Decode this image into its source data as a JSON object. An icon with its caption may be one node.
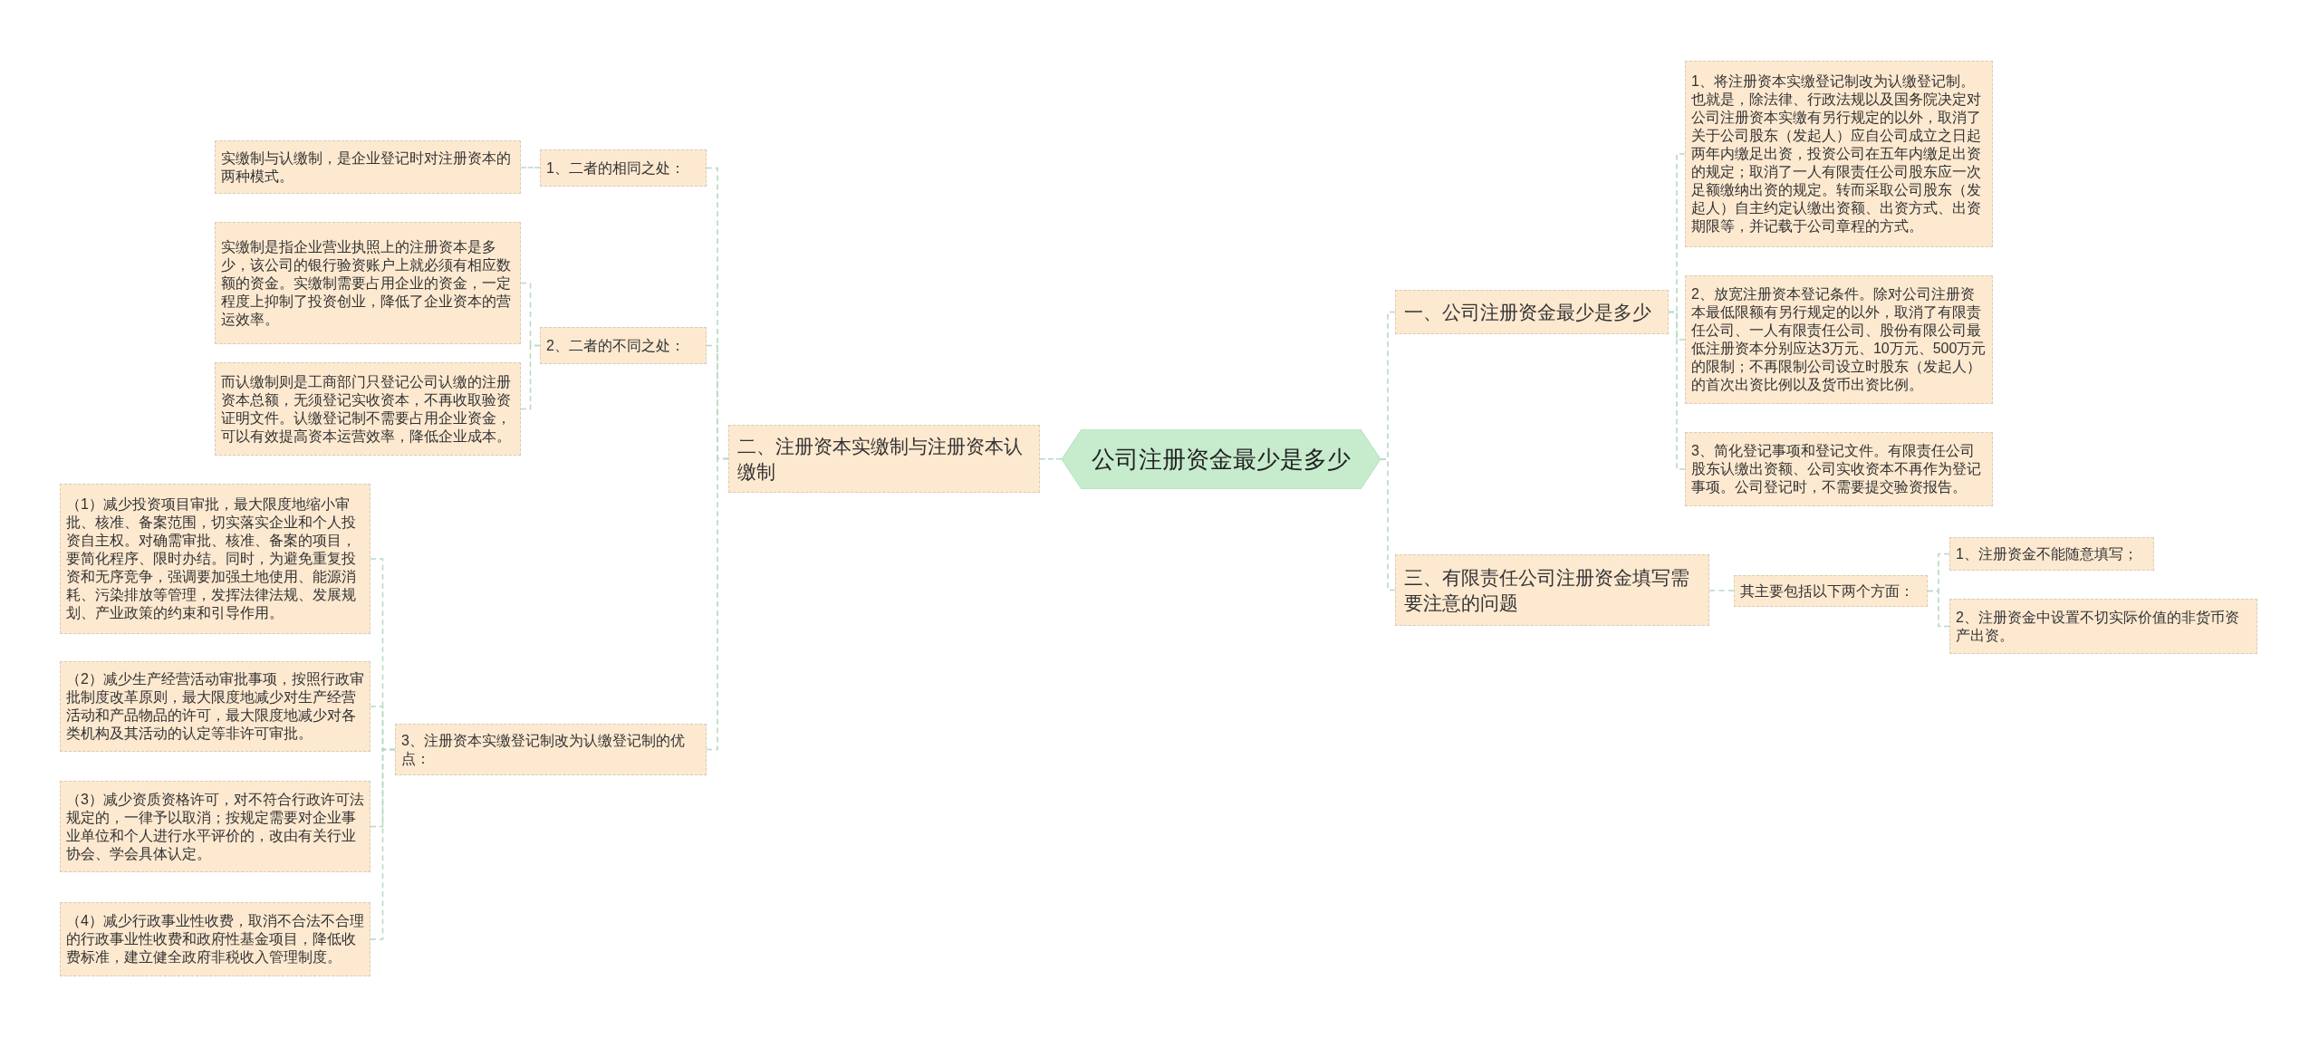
{
  "diagram": {
    "nodes": [
      {
        "text": [
          "公司注册资金最少是多少"
        ]
      },
      {
        "text": [
          "二、注册资本实缴制与注册资本认缴制"
        ]
      },
      {
        "text": [
          "1、二者的相同之处："
        ]
      },
      {
        "text": [
          "实缴制与认缴制，是企业登记时对注册资本的两种模式。"
        ]
      },
      {
        "text": [
          "2、二者的不同之处："
        ]
      },
      {
        "text": [
          "实缴制是指企业营业执照上的注册资本是多少，该公司的银行验资账户上就必须有相应数额的资金。实缴制需要占用企业的资金，一定程度上抑制了投资创业，降低了企业资本的营运效率。"
        ]
      },
      {
        "text": [
          "而认缴制则是工商部门只登记公司认缴的注册资本总额，无须登记实收资本，不再收取验资证明文件。认缴登记制不需要占用企业资金，可以有效提高资本运营效率，降低企业成本。"
        ]
      },
      {
        "text": [
          "3、注册资本实缴登记制改为认缴登记制的优点："
        ]
      },
      {
        "text": [
          "（1）减少投资项目审批，最大限度地缩小审批、核准、备案范围，切实落实企业和个人投资自主权。对确需审批、核准、备案的项目，要简化程序、限时办结。同时，为避免重复投资和无序竞争，强调要加强土地使用、能源消耗、污染排放等管理，发挥法律法规、发展规划、产业政策的约束和引导作用。"
        ]
      },
      {
        "text": [
          "（2）减少生产经营活动审批事项，按照行政审批制度改革原则，最大限度地减少对生产经营活动和产品物品的许可，最大限度地减少对各类机构及其活动的认定等非许可审批。"
        ]
      },
      {
        "text": [
          "（3）减少资质资格许可，对不符合行政许可法规定的，一律予以取消；按规定需要对企业事业单位和个人进行水平评价的，改由有关行业协会、学会具体认定。"
        ]
      },
      {
        "text": [
          "（4）减少行政事业性收费，取消不合法不合理的行政事业性收费和政府性基金项目，降低收费标准，建立健全政府非税收入管理制度。"
        ]
      },
      {
        "text": [
          "一、公司注册资金最少是多少"
        ]
      },
      {
        "text": [
          "1、将注册资本实缴登记制改为认缴登记制。也就是，除法律、行政法规以及国务院决定对公司注册资本实缴有另行规定的以外，取消了关于公司股东（发起人）应自公司成立之日起两年内缴足出资，投资公司在五年内缴足出资的规定；取消了一人有限责任公司股东应一次足额缴纳出资的规定。转而采取公司股东（发起人）自主约定认缴出资额、出资方式、出资期限等，并记载于公司章程的方式。"
        ]
      },
      {
        "text": [
          "2、放宽注册资本登记条件。除对公司注册资本最低限额有另行规定的以外，取消了有限责任公司、一人有限责任公司、股份有限公司最低注册资本分别应达3万元、10万元、500万元的限制；不再限制公司设立时股东（发起人）的首次出资比例以及货币出资比例。"
        ]
      },
      {
        "text": [
          "3、简化登记事项和登记文件。有限责任公司股东认缴出资额、公司实收资本不再作为登记事项。公司登记时，不需要提交验资报告。"
        ]
      },
      {
        "text": [
          "三、有限责任公司注册资金填写需要注意的问题"
        ]
      },
      {
        "text": [
          "其主要包括以下两个方面："
        ]
      },
      {
        "text": [
          "1、注册资金不能随意填写；"
        ]
      },
      {
        "text": [
          "2、注册资金中设置不切实际价值的非货币资产出资。"
        ]
      }
    ],
    "edges": [
      {
        "from": 0,
        "to": 1,
        "arrow": "none",
        "style": "dashed"
      },
      {
        "from": 1,
        "to": 2,
        "arrow": "none",
        "style": "dashed"
      },
      {
        "from": 2,
        "to": 3,
        "arrow": "none",
        "style": "dashed"
      },
      {
        "from": 1,
        "to": 4,
        "arrow": "none",
        "style": "dashed"
      },
      {
        "from": 4,
        "to": 5,
        "arrow": "none",
        "style": "dashed"
      },
      {
        "from": 4,
        "to": 6,
        "arrow": "none",
        "style": "dashed"
      },
      {
        "from": 1,
        "to": 7,
        "arrow": "none",
        "style": "dashed"
      },
      {
        "from": 7,
        "to": 8,
        "arrow": "none",
        "style": "dashed"
      },
      {
        "from": 7,
        "to": 9,
        "arrow": "none",
        "style": "dashed"
      },
      {
        "from": 7,
        "to": 10,
        "arrow": "none",
        "style": "dashed"
      },
      {
        "from": 7,
        "to": 11,
        "arrow": "none",
        "style": "dashed"
      },
      {
        "from": 0,
        "to": 12,
        "arrow": "none",
        "style": "dashed"
      },
      {
        "from": 12,
        "to": 13,
        "arrow": "none",
        "style": "dashed"
      },
      {
        "from": 12,
        "to": 14,
        "arrow": "none",
        "style": "dashed"
      },
      {
        "from": 12,
        "to": 15,
        "arrow": "none",
        "style": "dashed"
      },
      {
        "from": 0,
        "to": 16,
        "arrow": "none",
        "style": "dashed"
      },
      {
        "from": 16,
        "to": 17,
        "arrow": "none",
        "style": "dashed"
      },
      {
        "from": 17,
        "to": 18,
        "arrow": "none",
        "style": "dashed"
      },
      {
        "from": 17,
        "to": 19,
        "arrow": "none",
        "style": "dashed"
      }
    ]
  }
}
